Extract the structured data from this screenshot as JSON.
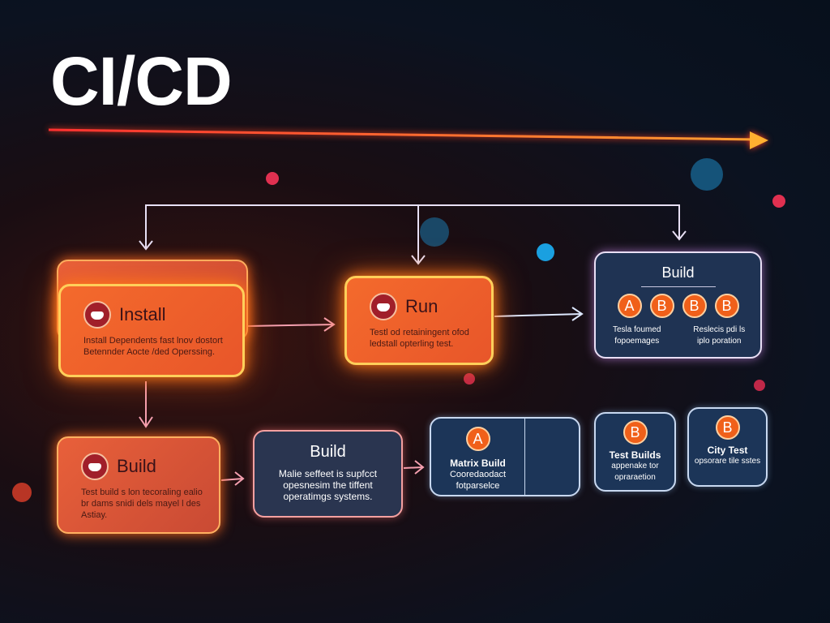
{
  "title": "CI/CD",
  "nodes": {
    "install": {
      "label": "Install",
      "desc": "Install Dependents fast lnov dostort Betennder Aocte /ded Operssing."
    },
    "run": {
      "label": "Run",
      "desc": "Testl od retainingent ofod ledstall opterling test."
    },
    "build_matrix_top": {
      "label": "Build",
      "badges": [
        "A",
        "B",
        "B",
        "B"
      ],
      "desc_left": "Tesla foumed fopoemages",
      "desc_right": "Reslecis pdi ls iplo poration"
    },
    "build_orange": {
      "label": "Build",
      "desc": "Test build s lon tecoraling ealio br dams snidi dels mayel l des Astiay."
    },
    "build_dark": {
      "label": "Build",
      "desc": "Malie seffeet is supfcct opesnesim the tiffent operatimgs systems."
    },
    "matrix_build": {
      "badge": "A",
      "label": "Matrix Build",
      "desc": "Cooredaodact fotparselce"
    },
    "test_builds": {
      "badge": "B",
      "label": "Test Builds",
      "desc": "appenake tor opraraetion"
    },
    "city_test": {
      "badge": "B",
      "label": "City Test",
      "desc": "opsorare tile sstes"
    }
  },
  "colors": {
    "accent_orange": "#f46a2c",
    "glow_yellow": "#ffcf5a",
    "panel_blue": "#1f3353"
  }
}
